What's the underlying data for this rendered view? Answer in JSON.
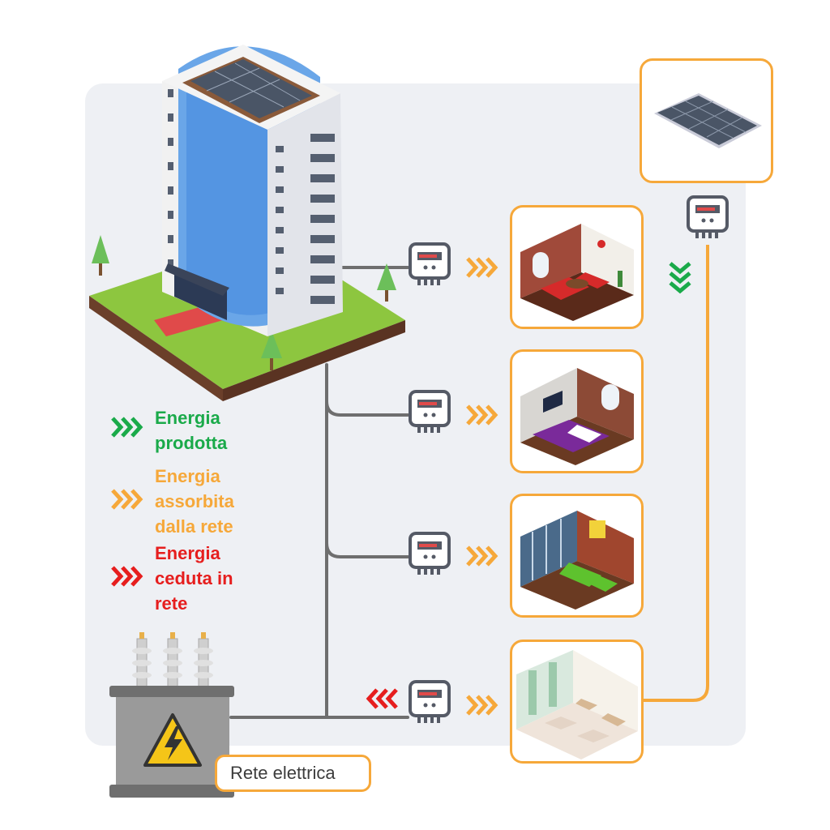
{
  "legend": {
    "produced": {
      "label": "Energia\nprodotta",
      "color": "#1aaa4a"
    },
    "absorbed": {
      "label": "Energia\nassorbita\ndalla rete",
      "color": "#f6a83a"
    },
    "ceded": {
      "label": "Energia\nceduta in\nrete",
      "color": "#e61e1e"
    }
  },
  "grid_label": "Rete elettrica",
  "colors": {
    "panel": "#eef0f4",
    "box_border": "#f6a83a",
    "wire": "#6e6e6e",
    "meter": "#555a66"
  },
  "icons": {
    "building": "building-with-solar-roof-icon",
    "solar_panel": "solar-panel-icon",
    "transformer": "electric-transformer-icon",
    "meter": "electricity-meter-icon",
    "rooms": [
      "living-room-icon",
      "tv-room-icon",
      "lounge-room-icon",
      "lobby-icon"
    ]
  }
}
